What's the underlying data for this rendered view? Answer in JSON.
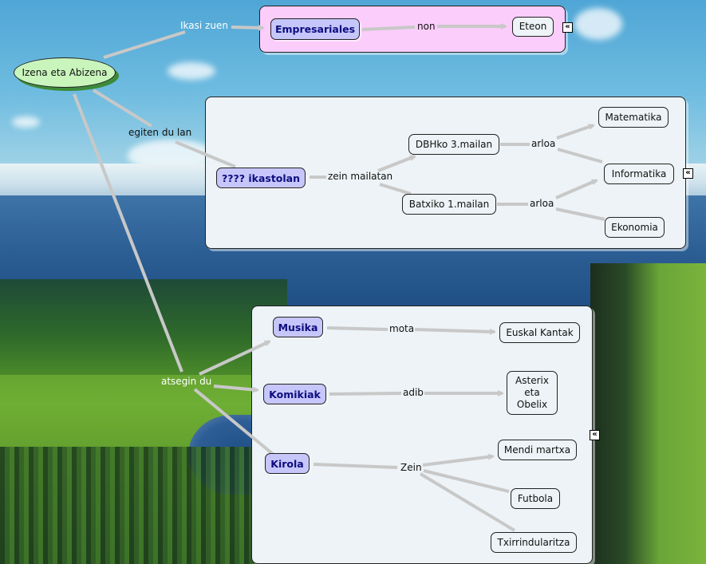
{
  "concept_map": {
    "root": {
      "label": "Izena eta Abizena",
      "color": "#c9f5bd"
    },
    "colors": {
      "primary_node_fill": "#c6c6fa",
      "primary_node_text": "#0d0d80",
      "panel_pink": "#fbcdfb",
      "panel_light": "#edf3f6",
      "connector": "#c8c8c8"
    },
    "collapse_icon": "«",
    "groups": [
      {
        "id": "studies",
        "link_from_root": "Ikasi zuen",
        "primary": "Empresariales",
        "links": [
          {
            "label": "non",
            "targets": [
              "Eteon"
            ]
          }
        ]
      },
      {
        "id": "work",
        "link_from_root": "egiten du lan",
        "primary": "???? ikastolan",
        "link_label": "zein mailatan",
        "levels": [
          {
            "label": "DBHko 3.mailan",
            "link": "arloa",
            "targets": [
              "Matematika",
              "Informatika"
            ]
          },
          {
            "label": "Batxiko 1.mailan",
            "link": "arloa",
            "targets": [
              "Informatika",
              "Ekonomia"
            ]
          }
        ],
        "subjects": [
          "Matematika",
          "Informatika",
          "Ekonomia"
        ]
      },
      {
        "id": "hobbies",
        "link_from_root": "atsegin du",
        "items": [
          {
            "primary": "Musika",
            "link": "mota",
            "targets": [
              "Euskal Kantak"
            ]
          },
          {
            "primary": "Komikiak",
            "link": "adib",
            "targets": [
              "Asterix eta Obelix"
            ]
          },
          {
            "primary": "Kirola",
            "link": "Zein",
            "targets": [
              "Mendi martxa",
              "Futbola",
              "Txirrindularitza"
            ]
          }
        ]
      }
    ],
    "labels": {
      "ikasi_zuen": "Ikasi zuen",
      "empresariales": "Empresariales",
      "non": "non",
      "eteon": "Eteon",
      "egiten_du_lan": "egiten du lan",
      "ikastolan": "???? ikastolan",
      "zein_mailatan": "zein mailatan",
      "dbh": "DBHko 3.mailan",
      "batxiko": "Batxiko 1.mailan",
      "arloa": "arloa",
      "matematika": "Matematika",
      "informatika": "Informatika",
      "ekonomia": "Ekonomia",
      "atsegin_du": "atsegin du",
      "musika": "Musika",
      "mota": "mota",
      "euskal_kantak": "Euskal Kantak",
      "komikiak": "Komikiak",
      "adib": "adib",
      "asterix_1": "Asterix",
      "asterix_2": "eta",
      "asterix_3": "Obelix",
      "kirola": "Kirola",
      "zein": "Zein",
      "mendi_martxa": "Mendi martxa",
      "futbola": "Futbola",
      "txirrindularitza": "Txirrindularitza"
    }
  }
}
